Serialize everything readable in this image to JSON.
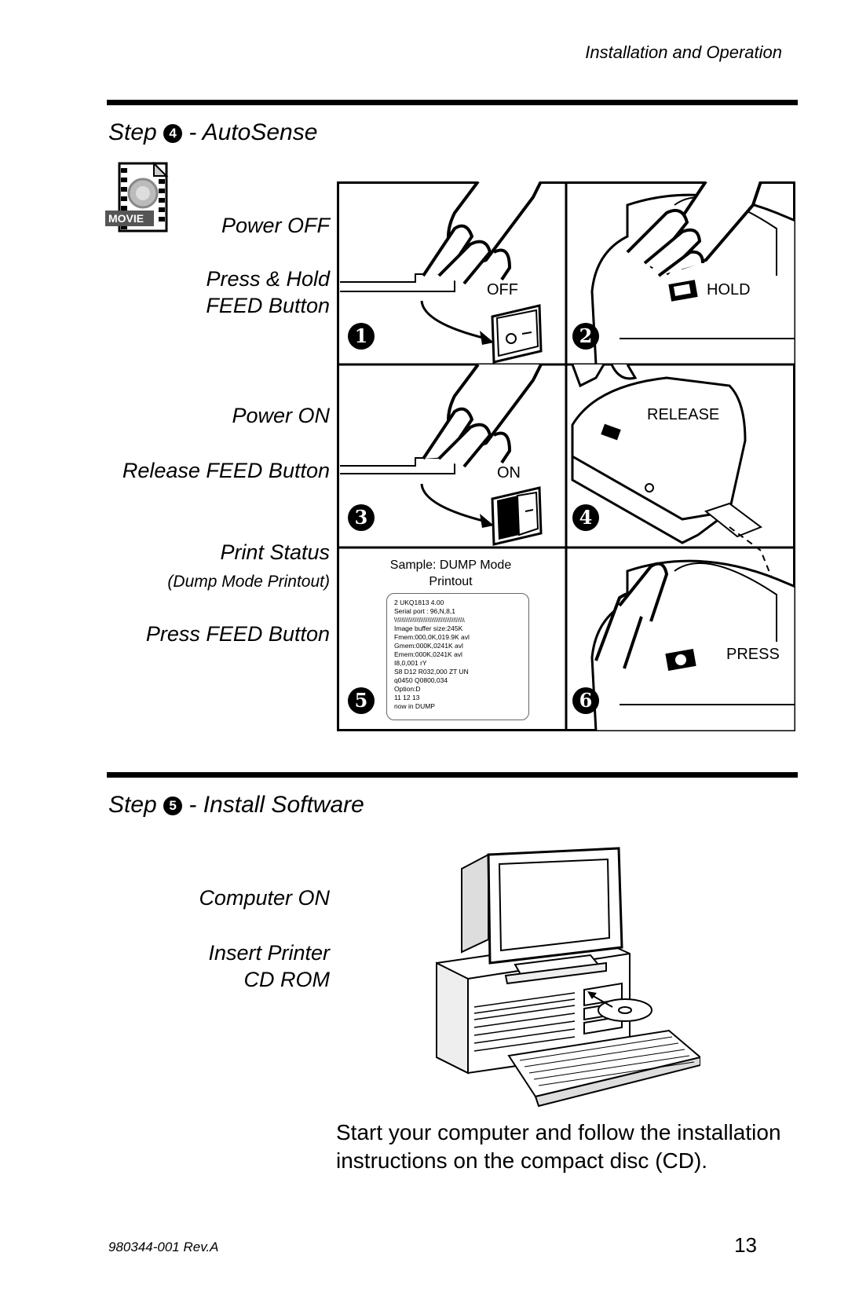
{
  "header": {
    "title": "Installation and Operation"
  },
  "step4": {
    "prefix": "Step",
    "number": "4",
    "title": "- AutoSense",
    "movie_badge": "MOVIE",
    "labels": {
      "power_off": "Power OFF",
      "press_hold_1": "Press & Hold",
      "press_hold_2": "FEED Button",
      "power_on": "Power ON",
      "release_feed": "Release FEED Button",
      "print_status": "Print Status",
      "dump_mode": "(Dump Mode Printout)",
      "press_feed": "Press FEED Button"
    },
    "panels": {
      "p1": {
        "label": "OFF",
        "num": "1"
      },
      "p2": {
        "label": "HOLD",
        "num": "2"
      },
      "p3": {
        "label": "ON",
        "num": "3"
      },
      "p4": {
        "label": "RELEASE",
        "num": "4"
      },
      "p5": {
        "caption_1": "Sample: DUMP Mode",
        "caption_2": "Printout",
        "num": "5"
      },
      "p6": {
        "label": "PRESS",
        "num": "6"
      }
    },
    "printout": {
      "lines": [
        "2 UKQ1813  4.00",
        "Serial port : 96,N,8,1",
        "\\\\\\\\\\\\\\\\\\\\\\\\\\\\\\\\\\\\\\\\\\\\\\\\\\\\\\\\\\\\\\\\\\\\\\\\\\\\",
        "Image buffer size:245K",
        "Fmem:000,0K,019.9K avl",
        "Gmem:000K,0241K avl",
        "Emem:000K,0241K avl",
        "I8,0,001  rY",
        "S8 D12 R032,000 ZT UN",
        "q0450 Q0800,034",
        "Option:D",
        "11 12 13",
        "now in DUMP"
      ]
    }
  },
  "step5": {
    "prefix": "Step",
    "number": "5",
    "title": "- Install Software",
    "labels": {
      "computer_on": "Computer ON",
      "insert_1": "Insert Printer",
      "insert_2": "CD ROM"
    },
    "body": "Start your computer and follow the installation instructions on the compact disc (CD)."
  },
  "footer": {
    "doc_id": "980344-001 Rev.A",
    "page": "13"
  }
}
